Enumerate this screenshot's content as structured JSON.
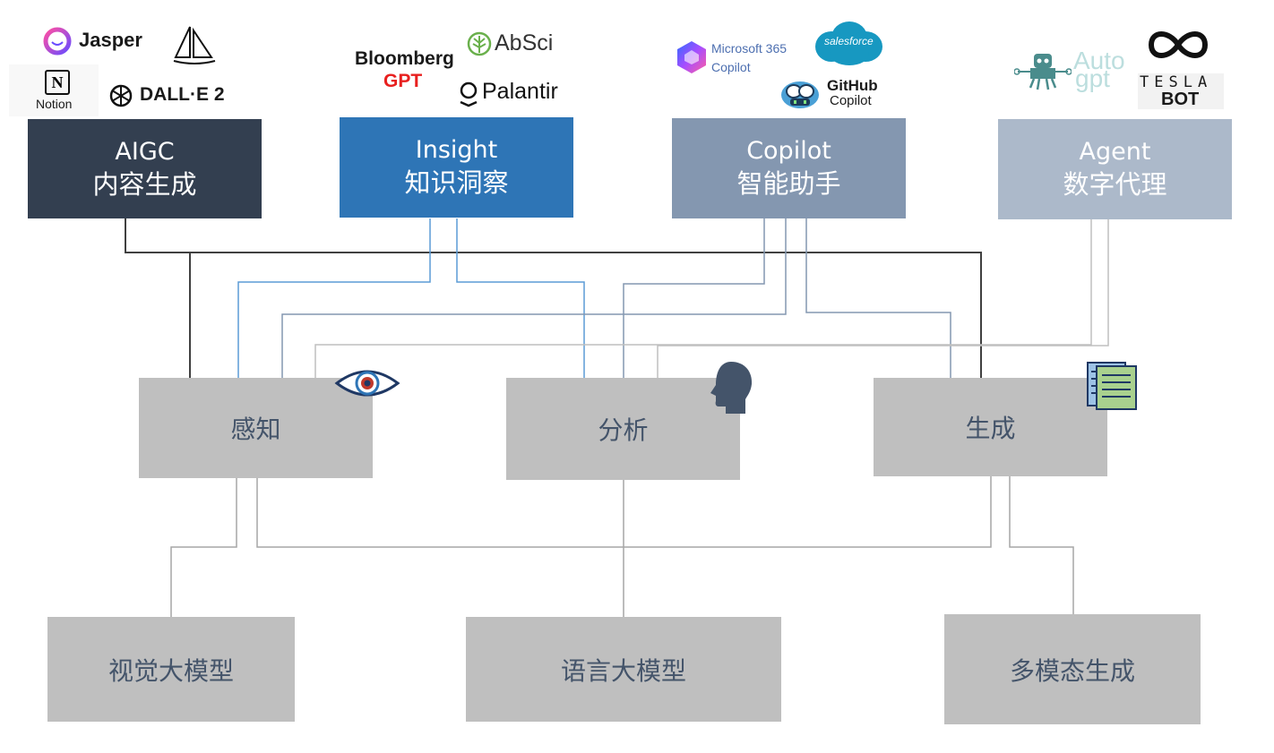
{
  "categories": [
    {
      "en": "AIGC",
      "zh": "内容生成",
      "color": "#333f50"
    },
    {
      "en": "Insight",
      "zh": "知识洞察",
      "color": "#2e75b6"
    },
    {
      "en": "Copilot",
      "zh": "智能助手",
      "color": "#8497b0"
    },
    {
      "en": "Agent",
      "zh": "数字代理",
      "color": "#acb9ca"
    }
  ],
  "capabilities": [
    {
      "label": "感知",
      "icon": "eye-icon"
    },
    {
      "label": "分析",
      "icon": "head-icon"
    },
    {
      "label": "生成",
      "icon": "document-icon"
    }
  ],
  "models": [
    {
      "label": "视觉大模型"
    },
    {
      "label": "语言大模型"
    },
    {
      "label": "多模态生成"
    }
  ],
  "logos": {
    "aigc": {
      "jasper": "Jasper",
      "notion": "Notion",
      "dalle": "DALL·E 2"
    },
    "insight": {
      "bloomberg": "Bloomberg",
      "gpt": "GPT",
      "absci": "AbSci",
      "palantir": "Palantir"
    },
    "copilot": {
      "ms_line1": "Microsoft 365",
      "ms_line2": "Copilot",
      "salesforce": "salesforce",
      "github_line1": "GitHub",
      "github_line2": "Copilot"
    },
    "agent": {
      "autogpt_line1": "Auto",
      "autogpt_line2": "gpt",
      "tesla_line1": "TESLA",
      "tesla_line2": "BOT"
    }
  },
  "colors": {
    "aigc_line": "#404040",
    "insight_line": "#5b9bd5",
    "copilot_line": "#8497b0",
    "agent_line": "#bfbfbf",
    "model_line": "#a6a6a6",
    "gpt_red": "#e8201f",
    "absci_green": "#6ab04c",
    "salesforce_blue": "#1798c1",
    "autogpt_teal": "#4a8c8c"
  }
}
